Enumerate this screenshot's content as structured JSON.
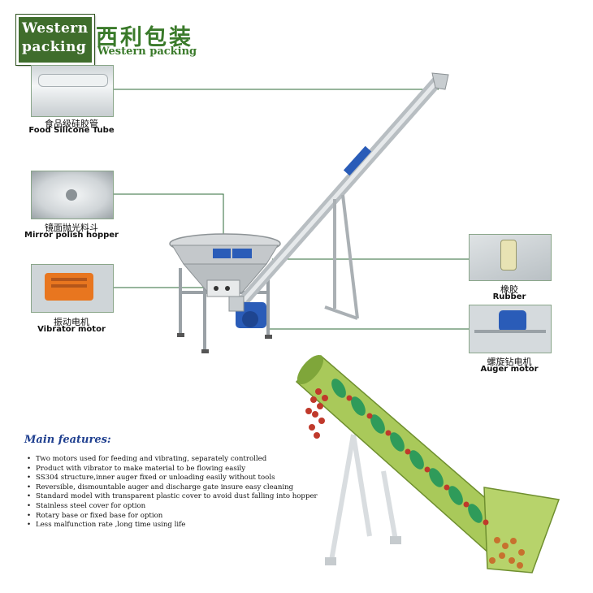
{
  "logo": {
    "line1": "Western",
    "line2": "packing",
    "cn": "西利包装",
    "en": "Western packing"
  },
  "parts": [
    {
      "cn": "食品级硅胶管",
      "en": "Food Silicone Tube"
    },
    {
      "cn": "镜面抛光料斗",
      "en": "Mirror polish hopper"
    },
    {
      "cn": "振动电机",
      "en": "Vibrator motor"
    },
    {
      "cn": "橡胶",
      "en": "Rubber"
    },
    {
      "cn": "螺旋钻电机",
      "en": "Auger motor"
    }
  ],
  "features": {
    "title": "Main features:",
    "items": [
      "Two motors used for feeding and vibrating, separately controlled",
      "Product with vibrator to make material to be flowing easily",
      "SS304 structure,inner auger fixed or unloading easily without tools",
      "Reversible, dismountable auger and discharge gate insure easy cleaning",
      "Standard model with transparent plastic cover to avoid dust falling into hopper",
      "Stainless steel cover for option",
      "Rotary base or fixed base for option",
      "Less malfunction rate ,long time using life"
    ]
  },
  "colors": {
    "brand_green": "#3f6d2c",
    "connector": "#2f6b3a",
    "feature_title": "#1f3f8f",
    "motor_blue": "#2a5cb8",
    "tube_green": "#a9c95a"
  }
}
